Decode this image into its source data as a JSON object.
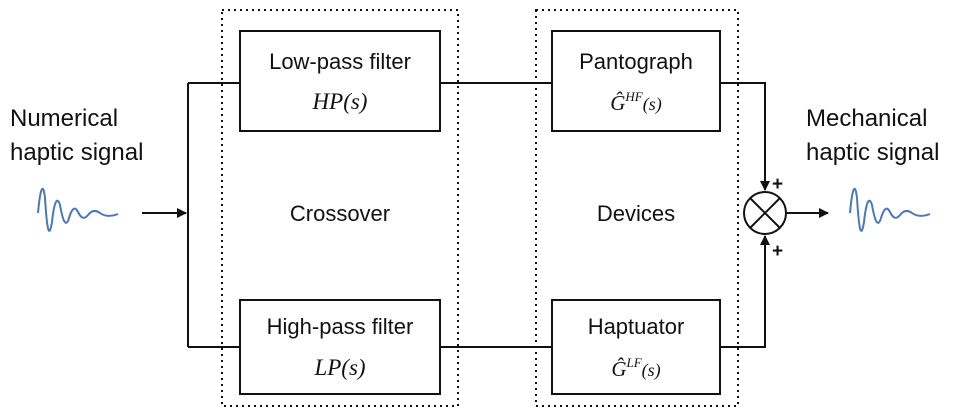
{
  "diagram": {
    "input_label_line1": "Numerical",
    "input_label_line2": "haptic signal",
    "output_label_line1": "Mechanical",
    "output_label_line2": "haptic signal",
    "crossover_label": "Crossover",
    "devices_label": "Devices",
    "low_pass_title": "Low-pass filter",
    "low_pass_tf": "HP(s)",
    "high_pass_title": "High-pass filter",
    "high_pass_tf": "LP(s)",
    "pantograph_title": "Pantograph",
    "pantograph_tf_main": "Ĝ",
    "pantograph_tf_sup": "HF",
    "pantograph_tf_arg": "(s)",
    "haptuator_title": "Haptuator",
    "haptuator_tf_main": "Ĝ",
    "haptuator_tf_sup": "LF",
    "haptuator_tf_arg": "(s)",
    "sum_top_sign": "+",
    "sum_bottom_sign": "+"
  },
  "colors": {
    "signal_wave": "#4a78b8",
    "lines": "#111111"
  }
}
